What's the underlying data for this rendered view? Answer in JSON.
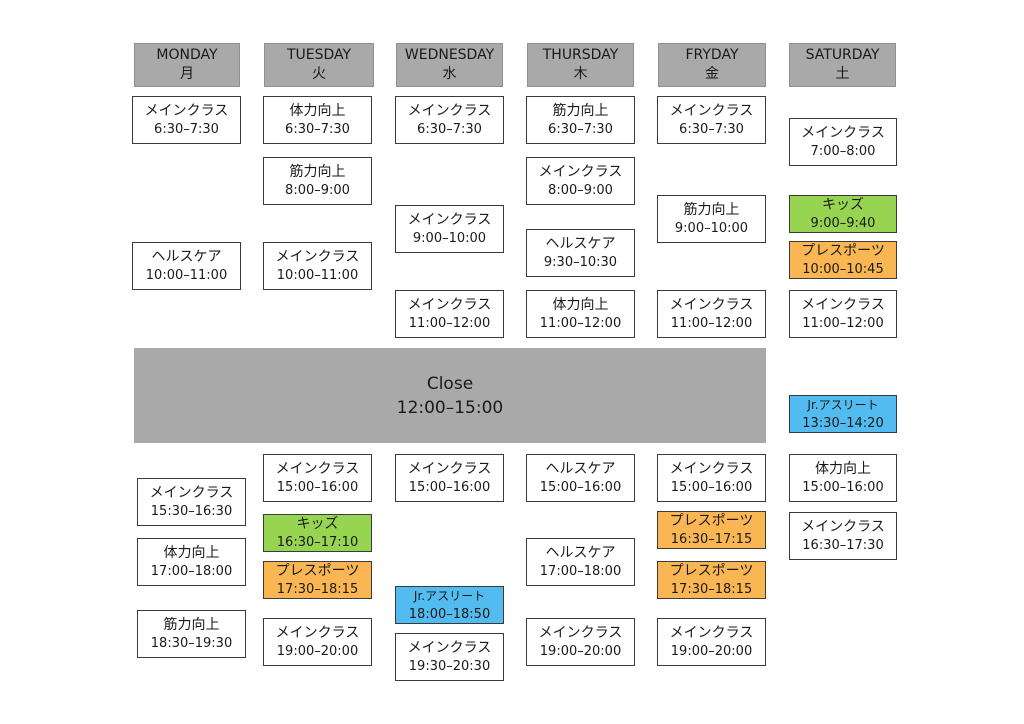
{
  "days": [
    {
      "en": "MONDAY",
      "jp": "月"
    },
    {
      "en": "TUESDAY",
      "jp": "火"
    },
    {
      "en": "WEDNESDAY",
      "jp": "水"
    },
    {
      "en": "THURSDAY",
      "jp": "木"
    },
    {
      "en": "FRYDAY",
      "jp": "金"
    },
    {
      "en": "SATURDAY",
      "jp": "土"
    }
  ],
  "close": {
    "label": "Close",
    "time": "12:00–15:00"
  },
  "colors": {
    "kids": "#96d452",
    "press": "#fab653",
    "jr": "#52bcf0",
    "header": "#a9a9a9"
  },
  "classes": [
    {
      "name": "メインクラス",
      "time": "6:30–7:30",
      "type": "normal"
    },
    {
      "name": "ヘルスケア",
      "time": "10:00–11:00",
      "type": "normal"
    },
    {
      "name": "メインクラス",
      "time": "15:30–16:30",
      "type": "normal"
    },
    {
      "name": "体力向上",
      "time": "17:00–18:00",
      "type": "normal"
    },
    {
      "name": "筋力向上",
      "time": "18:30–19:30",
      "type": "normal"
    },
    {
      "name": "体力向上",
      "time": "6:30–7:30",
      "type": "normal"
    },
    {
      "name": "筋力向上",
      "time": "8:00–9:00",
      "type": "normal"
    },
    {
      "name": "メインクラス",
      "time": "10:00–11:00",
      "type": "normal"
    },
    {
      "name": "メインクラス",
      "time": "15:00–16:00",
      "type": "normal"
    },
    {
      "name": "キッズ",
      "time": "16:30–17:10",
      "type": "kids"
    },
    {
      "name": "プレスポーツ",
      "time": "17:30–18:15",
      "type": "press"
    },
    {
      "name": "メインクラス",
      "time": "19:00–20:00",
      "type": "normal"
    },
    {
      "name": "メインクラス",
      "time": "6:30–7:30",
      "type": "normal"
    },
    {
      "name": "メインクラス",
      "time": "9:00–10:00",
      "type": "normal"
    },
    {
      "name": "メインクラス",
      "time": "11:00–12:00",
      "type": "normal"
    },
    {
      "name": "メインクラス",
      "time": "15:00–16:00",
      "type": "normal"
    },
    {
      "name": "Jr.アスリート",
      "time": "18:00–18:50",
      "type": "jr"
    },
    {
      "name": "メインクラス",
      "time": "19:30–20:30",
      "type": "normal"
    },
    {
      "name": "筋力向上",
      "time": "6:30–7:30",
      "type": "normal"
    },
    {
      "name": "メインクラス",
      "time": "8:00–9:00",
      "type": "normal"
    },
    {
      "name": "ヘルスケア",
      "time": "9:30–10:30",
      "type": "normal"
    },
    {
      "name": "体力向上",
      "time": "11:00–12:00",
      "type": "normal"
    },
    {
      "name": "ヘルスケア",
      "time": "15:00–16:00",
      "type": "normal"
    },
    {
      "name": "ヘルスケア",
      "time": "17:00–18:00",
      "type": "normal"
    },
    {
      "name": "メインクラス",
      "time": "19:00–20:00",
      "type": "normal"
    },
    {
      "name": "メインクラス",
      "time": "6:30–7:30",
      "type": "normal"
    },
    {
      "name": "筋力向上",
      "time": "9:00–10:00",
      "type": "normal"
    },
    {
      "name": "メインクラス",
      "time": "11:00–12:00",
      "type": "normal"
    },
    {
      "name": "メインクラス",
      "time": "15:00–16:00",
      "type": "normal"
    },
    {
      "name": "プレスポーツ",
      "time": "16:30–17:15",
      "type": "press"
    },
    {
      "name": "プレスポーツ",
      "time": "17:30–18:15",
      "type": "press"
    },
    {
      "name": "メインクラス",
      "time": "19:00–20:00",
      "type": "normal"
    },
    {
      "name": "メインクラス",
      "time": "7:00–8:00",
      "type": "normal"
    },
    {
      "name": "キッズ",
      "time": "9:00–9:40",
      "type": "kids"
    },
    {
      "name": "プレスポーツ",
      "time": "10:00–10:45",
      "type": "press"
    },
    {
      "name": "メインクラス",
      "time": "11:00–12:00",
      "type": "normal"
    },
    {
      "name": "Jr.アスリート",
      "time": "13:30–14:20",
      "type": "jr"
    },
    {
      "name": "体力向上",
      "time": "15:00–16:00",
      "type": "normal"
    },
    {
      "name": "メインクラス",
      "time": "16:30–17:30",
      "type": "normal"
    }
  ]
}
